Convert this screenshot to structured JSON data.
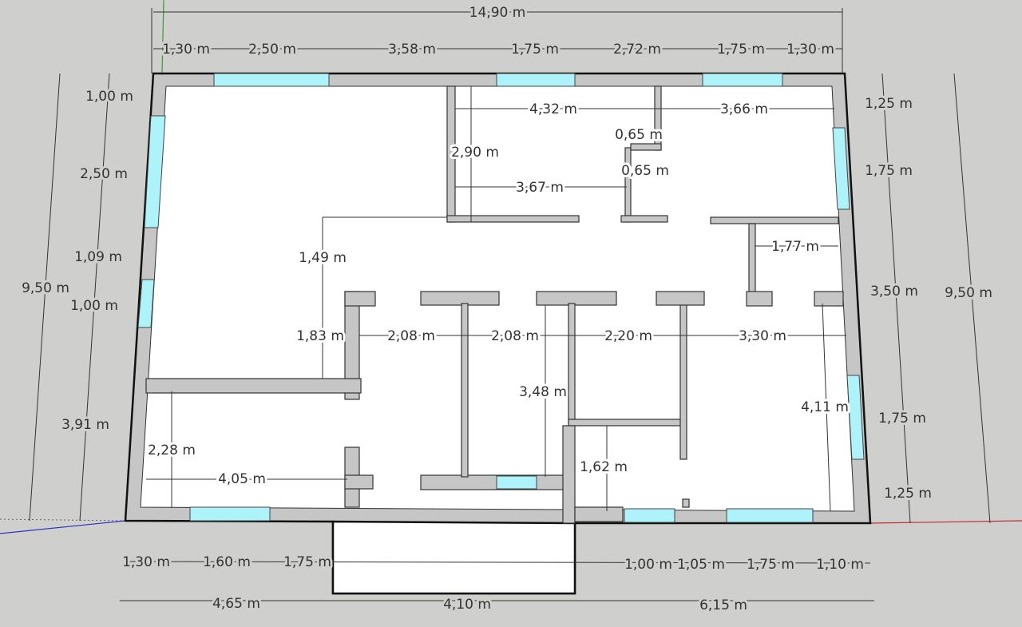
{
  "dims": {
    "top_overall": "14,90 m",
    "top": [
      "1,30 m",
      "2,50 m",
      "3,58 m",
      "1,75 m",
      "2,72 m",
      "1,75 m",
      "1,30 m"
    ],
    "left_overall": "9,50 m",
    "left": [
      "1,00 m",
      "2,50 m",
      "1,09 m",
      "1,00 m",
      "3,91 m"
    ],
    "right_overall": "9,50 m",
    "right": [
      "1,25 m",
      "1,75 m",
      "3,50 m",
      "1,75 m",
      "1,25 m"
    ],
    "bottom": [
      "1,30 m",
      "1,60 m",
      "1,75 m",
      "1,00 m",
      "1,05 m",
      "1,75 m",
      "1,10 m"
    ],
    "bottom_overall": [
      "4,65 m",
      "4,10 m",
      "6,15 m"
    ],
    "interior": [
      "4,32 m",
      "3,66 m",
      "0,65 m",
      "0,65 m",
      "2,90 m",
      "3,67 m",
      "1,49 m",
      "1,77 m",
      "1,83 m",
      "2,08 m",
      "2,08 m",
      "2,20 m",
      "3,30 m",
      "3,48 m",
      "4,11 m",
      "2,28 m",
      "4,05 m",
      "1,62 m"
    ]
  },
  "colors": {
    "wall": "#c6c6c6",
    "window": "#aef2fa",
    "floor": "#ffffff",
    "background": "#cfcfcd"
  }
}
